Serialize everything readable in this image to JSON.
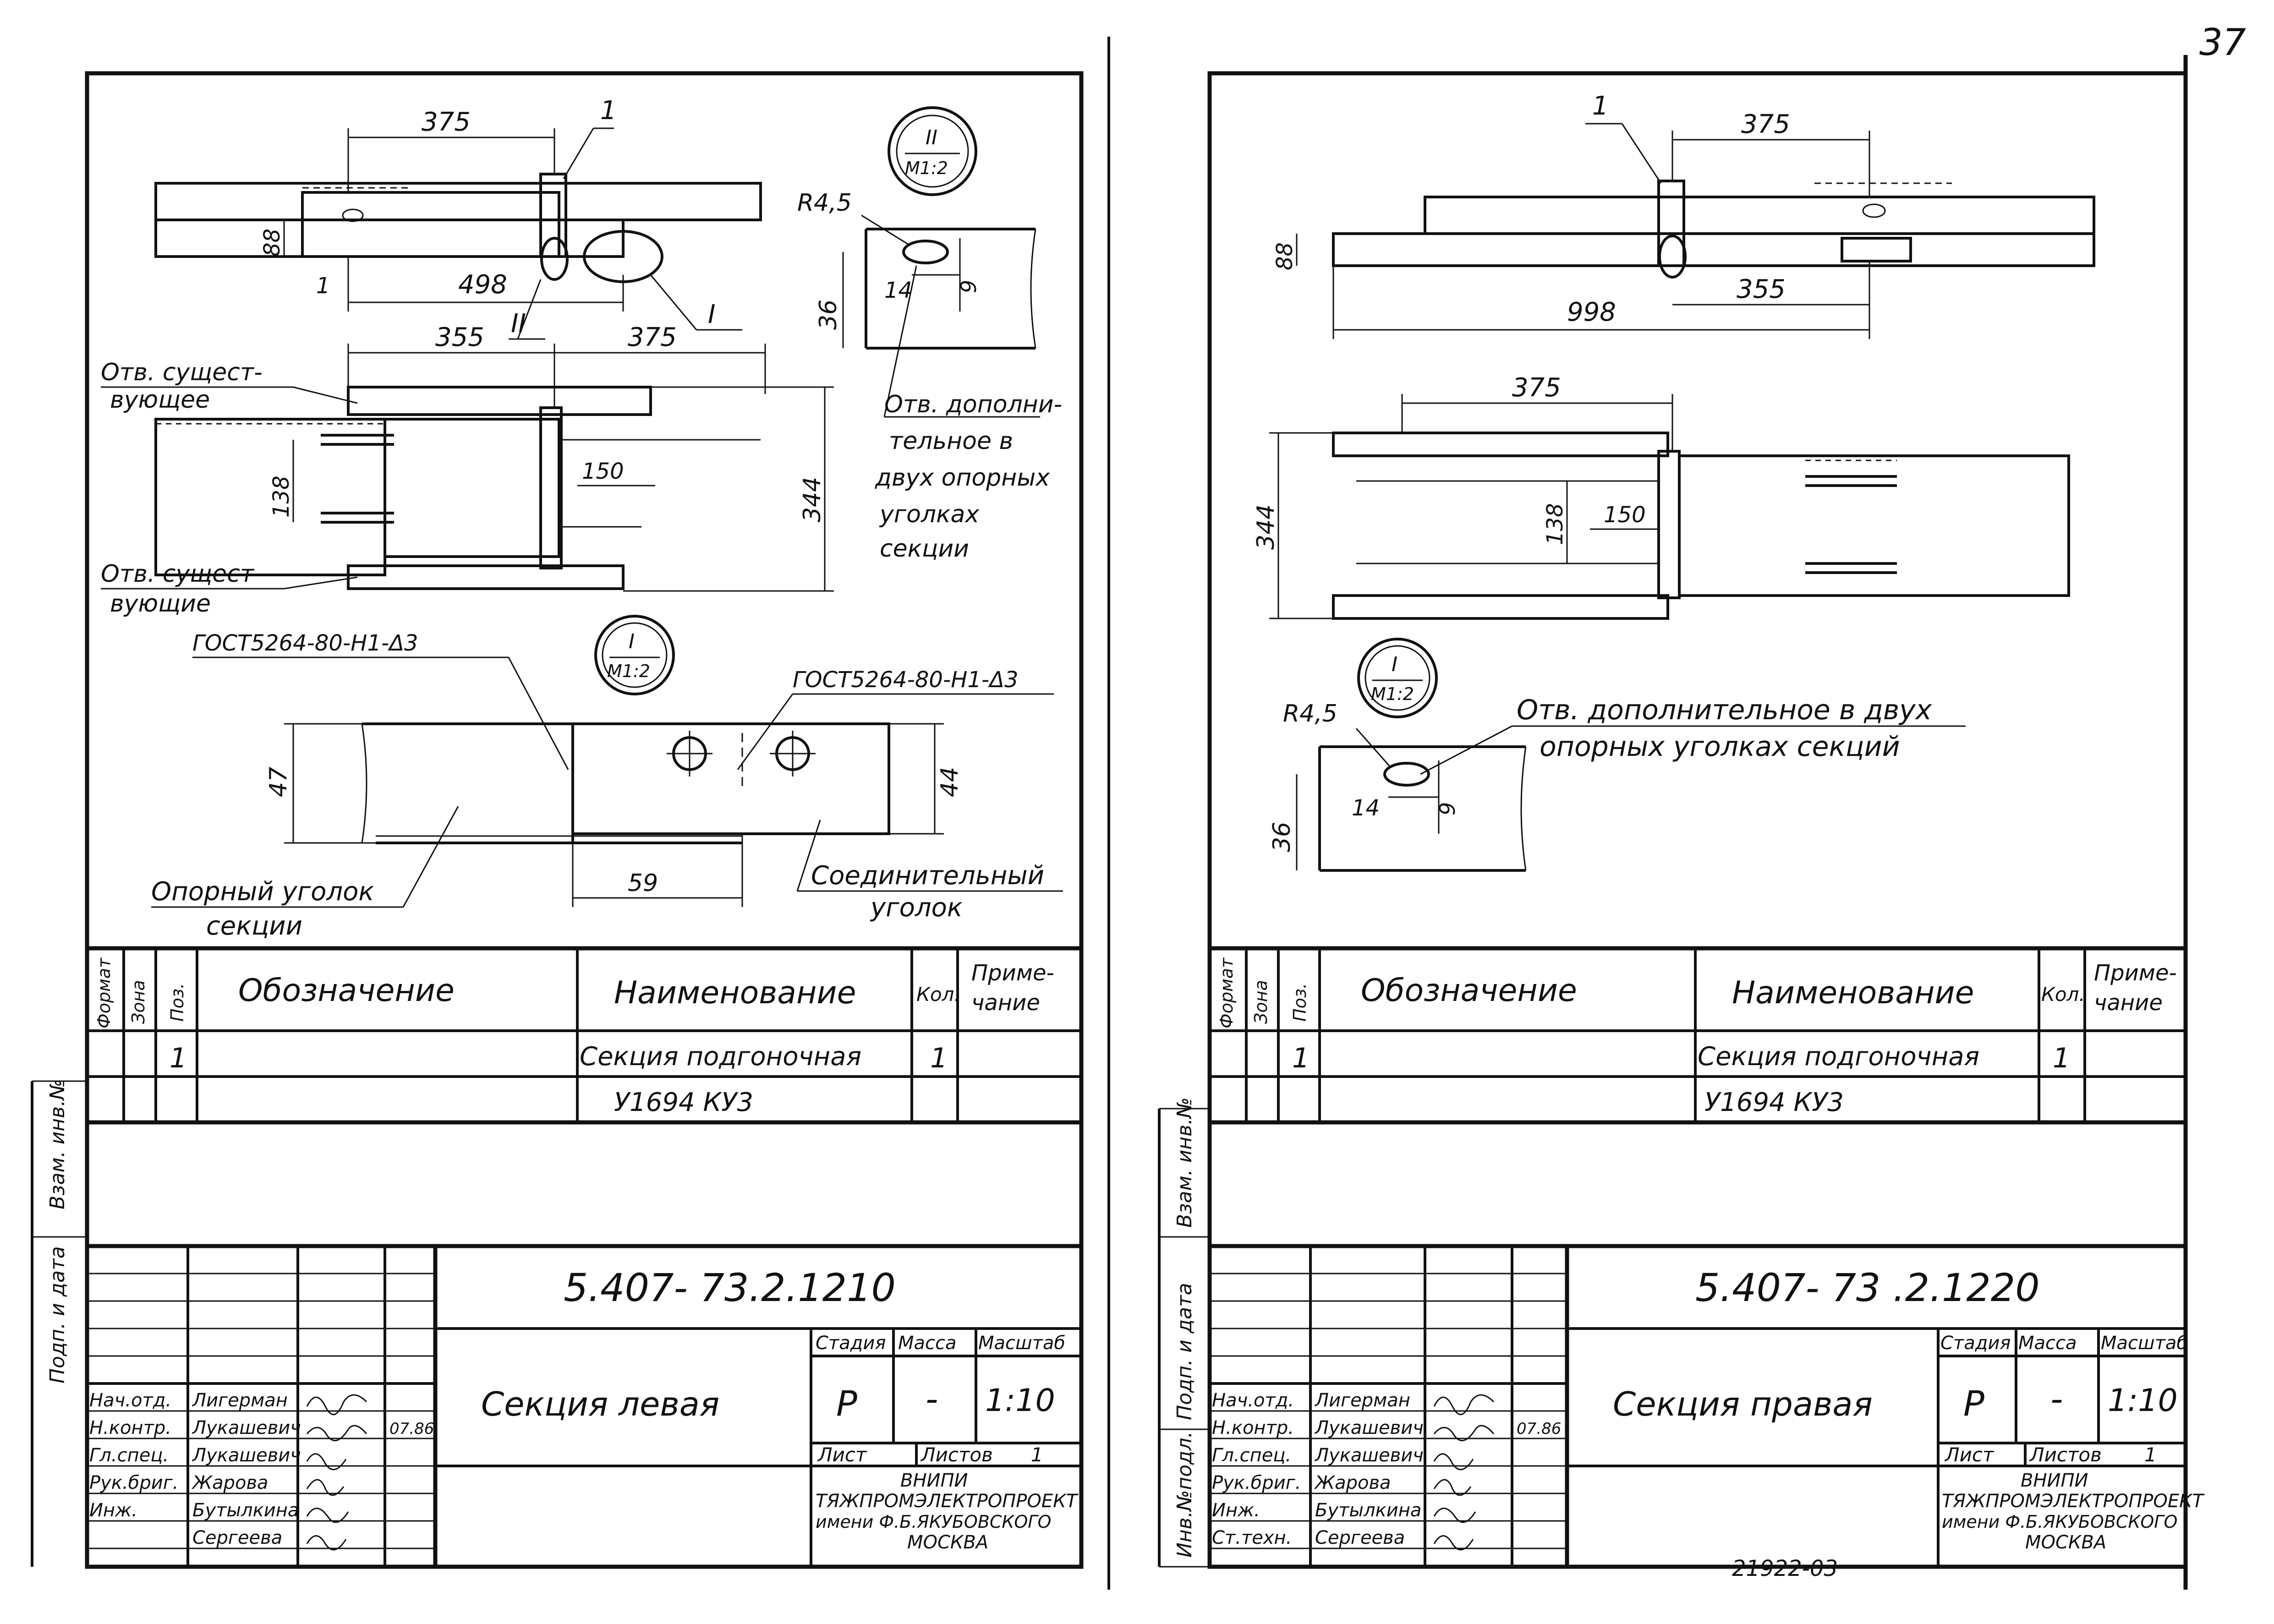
{
  "page_number": "37",
  "bottom_number": "21922-03",
  "left_sheet": {
    "top_view": {
      "dims": [
        "375",
        "88",
        "498",
        "1"
      ],
      "callouts": [
        "1",
        "II",
        "I"
      ]
    },
    "detail_II": {
      "label": "II",
      "scale": "М1:2",
      "dims": [
        "R4,5",
        "14",
        "9",
        "36"
      ]
    },
    "middle_view": {
      "dims": [
        "355",
        "375",
        "138",
        "150",
        "344"
      ],
      "note_top": [
        "Отв. сущест-",
        "вующее"
      ],
      "note_bottom": [
        "Отв. сущест-",
        "вующие"
      ],
      "note_right": [
        "Отв. дополни-",
        "тельное в",
        "двух опорных",
        "уголках",
        "секции"
      ]
    },
    "detail_I": {
      "label": "I",
      "scale": "М1:2",
      "weld_left": "ГОСТ5264-80-Н1-Δ3",
      "weld_right": "ГОСТ5264-80-Н1-Δ3",
      "dims": [
        "47",
        "44",
        "59"
      ],
      "note_left": [
        "Опорный уголок",
        "секции"
      ],
      "note_right": [
        "Соединительный",
        "уголок"
      ]
    },
    "spec": {
      "headers": {
        "format": "Формат",
        "zone": "Зона",
        "pos": "Поз.",
        "designation": "Обозначение",
        "name": "Наименование",
        "qty": "Кол.",
        "note1": "Приме-",
        "note2": "чание"
      },
      "row_pos": "1",
      "row_name1": "Секция подгоночная",
      "row_name2": "У1694 КУ3",
      "row_qty": "1"
    },
    "title_block": {
      "code": "5.407- 73.2.1210",
      "title": "Секция левая",
      "stage_label": "Стадия",
      "mass_label": "Масса",
      "scale_label": "Масштаб",
      "stage": "Р",
      "mass": "-",
      "scale": "1:10",
      "sheet_label": "Лист",
      "sheets_label": "Листов",
      "sheets": "1",
      "org": [
        "ВНИПИ",
        "ТЯЖПРОМЭЛЕКТРОПРОЕКТ",
        "имени Ф.Б.ЯКУБОВСКОГО",
        "МОСКВА"
      ],
      "roles": [
        "Нач.отд.",
        "Н.контр.",
        "Гл.спец.",
        "Рук.бриг.",
        "Инж."
      ],
      "names": [
        "Лигерман",
        "Лукашевич",
        "Лукашевич",
        "Жарова",
        "Бутылкина",
        "Сергеева"
      ],
      "date": "07.86"
    },
    "side_labels": [
      "Взам. инв.№",
      "Подп. и дата"
    ]
  },
  "right_sheet": {
    "top_view": {
      "dims": [
        "375",
        "88",
        "998",
        "355"
      ],
      "callouts": [
        "1"
      ]
    },
    "middle_view": {
      "dims": [
        "375",
        "344",
        "138",
        "150"
      ]
    },
    "detail_I": {
      "label": "I",
      "scale": "М1:2",
      "dims": [
        "R4,5",
        "14",
        "9",
        "36"
      ],
      "note": [
        "Отв. дополнительное в двух",
        "опорных уголках секций"
      ]
    },
    "spec": {
      "headers": {
        "format": "Формат",
        "zone": "Зона",
        "pos": "Поз.",
        "designation": "Обозначение",
        "name": "Наименование",
        "qty": "Кол.",
        "note1": "Приме-",
        "note2": "чание"
      },
      "row_pos": "1",
      "row_name1": "Секция подгоночная",
      "row_name2": "У1694 КУ3",
      "row_qty": "1"
    },
    "title_block": {
      "code": "5.407- 73 .2.1220",
      "title": "Секция правая",
      "stage_label": "Стадия",
      "mass_label": "Масса",
      "scale_label": "Масштаб",
      "stage": "Р",
      "mass": "-",
      "scale": "1:10",
      "sheet_label": "Лист",
      "sheets_label": "Листов",
      "sheets": "1",
      "org": [
        "ВНИПИ",
        "ТЯЖПРОМЭЛЕКТРОПРОЕКТ",
        "имени Ф.Б.ЯКУБОВСКОГО",
        "МОСКВА"
      ],
      "roles": [
        "Нач.отд.",
        "Н.контр.",
        "Гл.спец.",
        "Рук.бриг.",
        "Инж.",
        "Ст.техн."
      ],
      "names": [
        "Лигерман",
        "Лукашевич",
        "Лукашевич",
        "Жарова",
        "Бутылкина",
        "Сергеева"
      ],
      "date": "07.86"
    },
    "side_labels": [
      "Инв.№подл.",
      "Подп. и дата",
      "Взам. инв.№"
    ]
  }
}
